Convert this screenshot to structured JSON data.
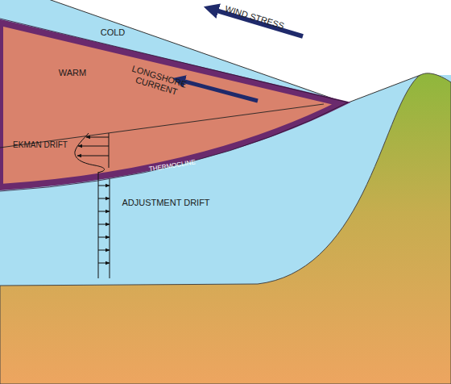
{
  "diagram": {
    "labels": [
      "WIND STRESS",
      "COLD",
      "WARM",
      "LONGSHORE CURRENT",
      "EKMAN DRIFT",
      "THERMOCLINE",
      "ADJUSTMENT DRIFT"
    ]
  }
}
